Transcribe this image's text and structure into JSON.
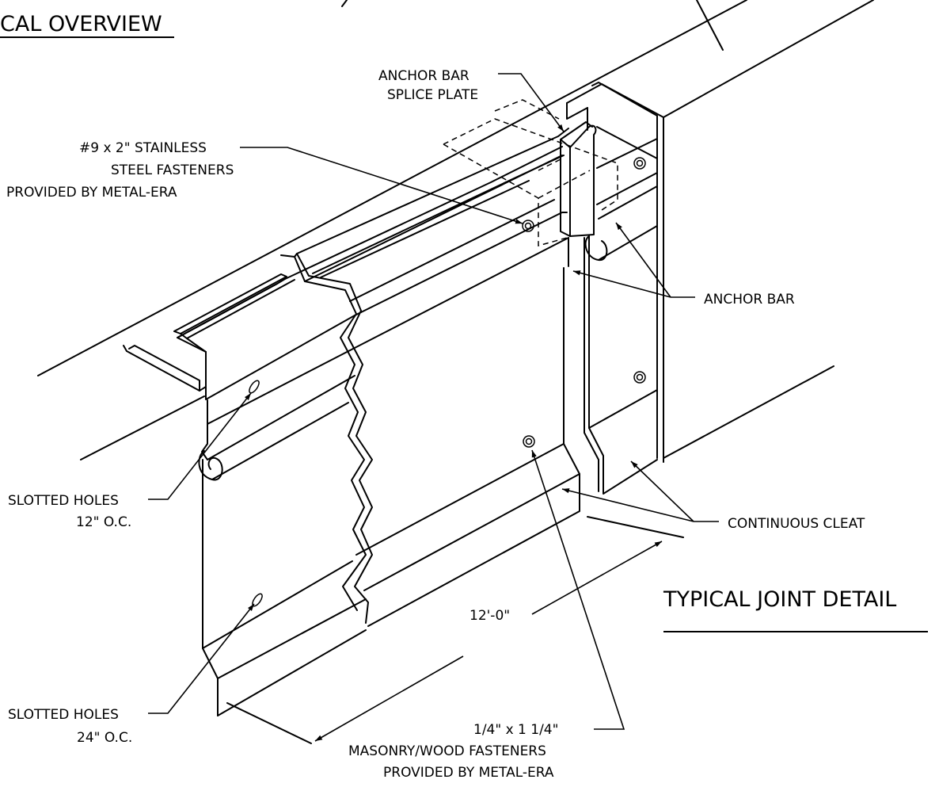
{
  "titles": {
    "overview": "CAL OVERVIEW",
    "joint_detail": "TYPICAL JOINT DETAIL"
  },
  "labels": {
    "anchor_bar_splice_plate": [
      "ANCHOR BAR",
      "SPLICE PLATE"
    ],
    "stainless_fasteners": [
      "#9 x 2\" STAINLESS",
      "STEEL FASTENERS",
      "PROVIDED BY METAL-ERA"
    ],
    "anchor_bar": "ANCHOR BAR",
    "slotted_holes_12": [
      "SLOTTED HOLES",
      "12\" O.C."
    ],
    "continuous_cleat": "CONTINUOUS CLEAT",
    "slotted_holes_24": [
      "SLOTTED HOLES",
      "24\" O.C."
    ],
    "length_dimension": "12'-0\"",
    "masonry_fasteners": [
      "1/4\" x 1 1/4\"",
      "MASONRY/WOOD FASTENERS",
      "PROVIDED BY METAL-ERA"
    ]
  }
}
